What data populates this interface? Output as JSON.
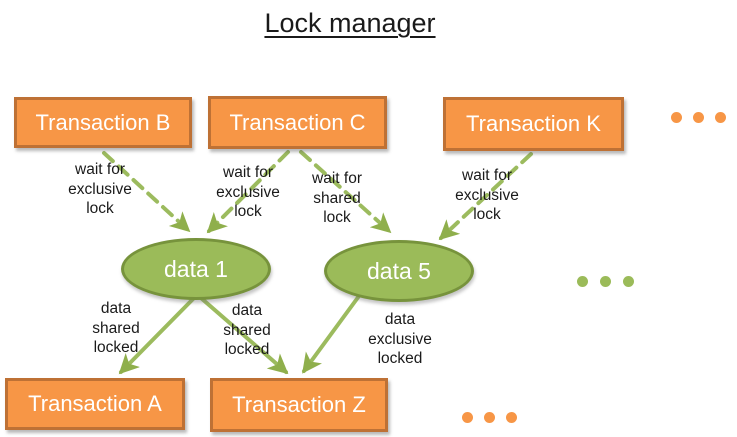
{
  "title": "Lock manager",
  "colors": {
    "box_fill": "#F79646",
    "box_border": "#BE7135",
    "ellipse_fill": "#9BBB59",
    "ellipse_border": "#77933C",
    "arrow": "#9CBB5E",
    "text_dark": "#1A1A1A",
    "text_light": "#FFFFFF"
  },
  "nodes": {
    "transaction_b": "Transaction B",
    "transaction_c": "Transaction C",
    "transaction_k": "Transaction K",
    "transaction_a": "Transaction A",
    "transaction_z": "Transaction Z",
    "data_1": "data 1",
    "data_5": "data 5"
  },
  "edges": [
    {
      "from": "Transaction B",
      "to": "data 1",
      "type": "wait",
      "style": "dashed",
      "label": "wait for\nexclusive\nlock"
    },
    {
      "from": "Transaction C",
      "to": "data 1",
      "type": "wait",
      "style": "dashed",
      "label": "wait for\nexclusive\nlock"
    },
    {
      "from": "Transaction C",
      "to": "data 5",
      "type": "wait",
      "style": "dashed",
      "label": "wait for\nshared\nlock"
    },
    {
      "from": "Transaction K",
      "to": "data 5",
      "type": "wait",
      "style": "dashed",
      "label": "wait for\nexclusive\nlock"
    },
    {
      "from": "data 1",
      "to": "Transaction A",
      "type": "locked",
      "style": "solid",
      "label": "data\nshared\nlocked"
    },
    {
      "from": "data 1",
      "to": "Transaction Z",
      "type": "locked",
      "style": "solid",
      "label": "data\nshared\nlocked"
    },
    {
      "from": "data 5",
      "to": "Transaction Z",
      "type": "locked",
      "style": "solid",
      "label": "data\nexclusive\nlocked"
    }
  ],
  "ellipsis": {
    "top_right_more_transactions": "...",
    "middle_right_more_data": "...",
    "bottom_right_more_transactions": "..."
  }
}
